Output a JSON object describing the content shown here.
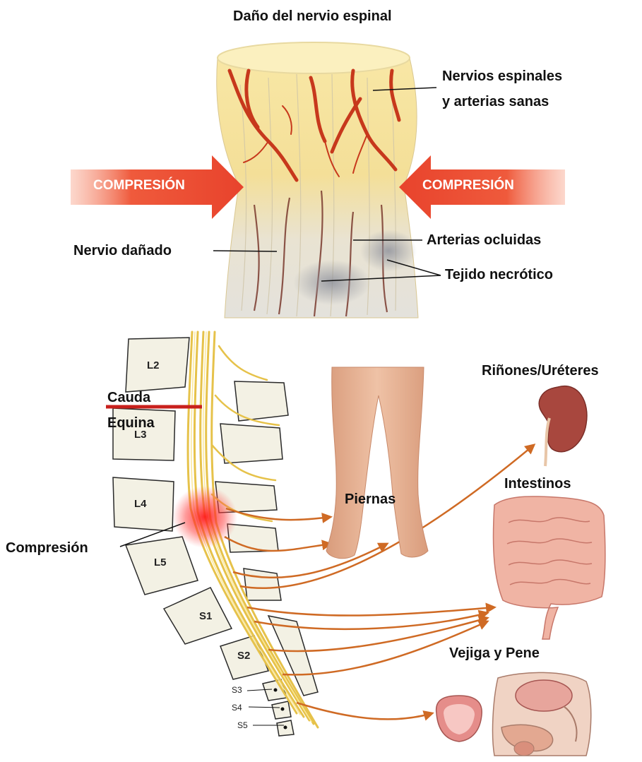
{
  "title": "Daño del nervio espinal",
  "top_labels": {
    "healthy": [
      "Nervios espinales",
      "y arterias sanas"
    ],
    "damaged_nerve": "Nervio dañado",
    "occluded": "Arterias ocluidas",
    "necrotic": "Tejido necrótico",
    "compression_left": "COMPRESIÓN",
    "compression_right": "COMPRESIÓN"
  },
  "bottom_labels": {
    "cauda": [
      "Cauda",
      "Equina"
    ],
    "compression": "Compresión",
    "legs": "Piernas",
    "kidneys": "Riñones/Uréteres",
    "intestines": "Intestinos",
    "bladder": "Vejiga y Pene"
  },
  "vertebrae": [
    "L2",
    "L3",
    "L4",
    "L5",
    "S1",
    "S2",
    "S3",
    "S4",
    "S5"
  ],
  "colors": {
    "arrow_red": "#e8432c",
    "nerve_yellow": "#f4d96a",
    "artery_red": "#c7381c",
    "bone": "#f3f1e4",
    "orange_arrow": "#cf6a24",
    "skin": "#e9b697"
  }
}
